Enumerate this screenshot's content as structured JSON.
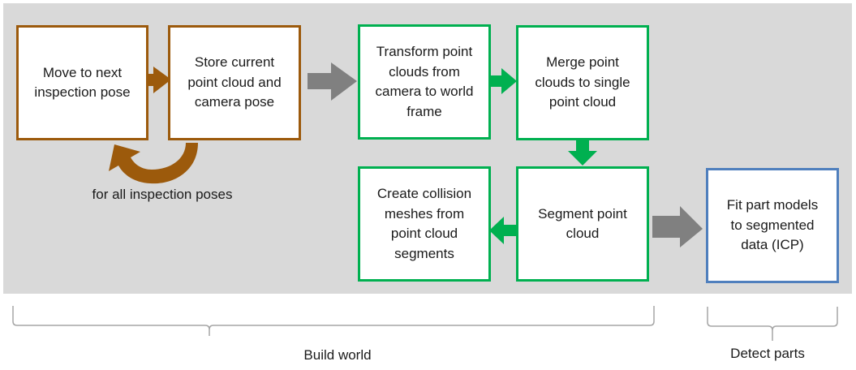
{
  "colors": {
    "background_panel": "#d9d9d9",
    "brown": "#9c5a0c",
    "green": "#00b050",
    "blue": "#4f7fbd",
    "gray_arrow": "#808080",
    "bracket": "#a6a6a6"
  },
  "nodes": {
    "move_pose": "Move to next\ninspection pose",
    "store_cloud": "Store current\npoint cloud and\ncamera pose",
    "transform": "Transform point\nclouds from\ncamera to world\nframe",
    "merge": "Merge point\nclouds to single\npoint cloud",
    "segment": "Segment point\ncloud",
    "collision": "Create collision\nmeshes from\npoint cloud\nsegments",
    "fit_parts": "Fit part models\nto segmented\ndata (ICP)"
  },
  "loop_label": "for all inspection poses",
  "groups": {
    "build_world": "Build world",
    "detect_parts": "Detect parts"
  },
  "edges": [
    {
      "from": "move_pose",
      "to": "store_cloud",
      "color": "brown"
    },
    {
      "from": "store_cloud",
      "to": "move_pose",
      "color": "brown",
      "style": "loop"
    },
    {
      "from": "store_cloud",
      "to": "transform",
      "color": "gray"
    },
    {
      "from": "transform",
      "to": "merge",
      "color": "green"
    },
    {
      "from": "merge",
      "to": "segment",
      "color": "green"
    },
    {
      "from": "segment",
      "to": "collision",
      "color": "green"
    },
    {
      "from": "segment",
      "to": "fit_parts",
      "color": "gray"
    }
  ]
}
